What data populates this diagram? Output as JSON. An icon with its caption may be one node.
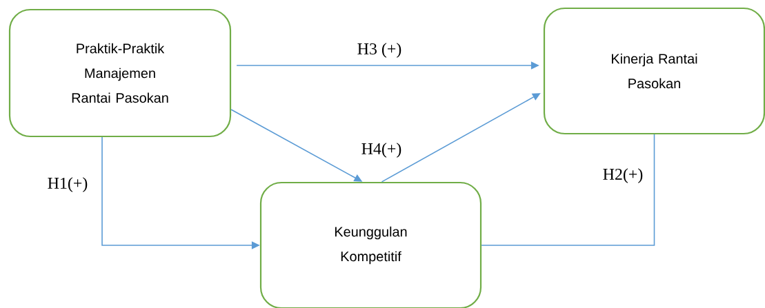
{
  "diagram": {
    "nodes": [
      {
        "text": [
          "Praktik-Praktik Manajemen Rantai Pasokan"
        ]
      },
      {
        "text": [
          "Kinerja Rantai Pasokan"
        ]
      },
      {
        "text": [
          "Keunggulan Kompetitif"
        ]
      }
    ],
    "edges": [
      {
        "from": 0,
        "to": 2,
        "arrow": "to",
        "label": "H1(+)"
      },
      {
        "from": 0,
        "to": 1,
        "arrow": "to",
        "label": "H3 (+)"
      },
      {
        "from": 0,
        "to": 2,
        "arrow": "to"
      },
      {
        "from": 2,
        "to": 1,
        "arrow": "to"
      },
      {
        "from": 2,
        "to": 1,
        "arrow": "none",
        "label": "H2(+)"
      }
    ],
    "labels": [
      "H4(+)"
    ]
  }
}
